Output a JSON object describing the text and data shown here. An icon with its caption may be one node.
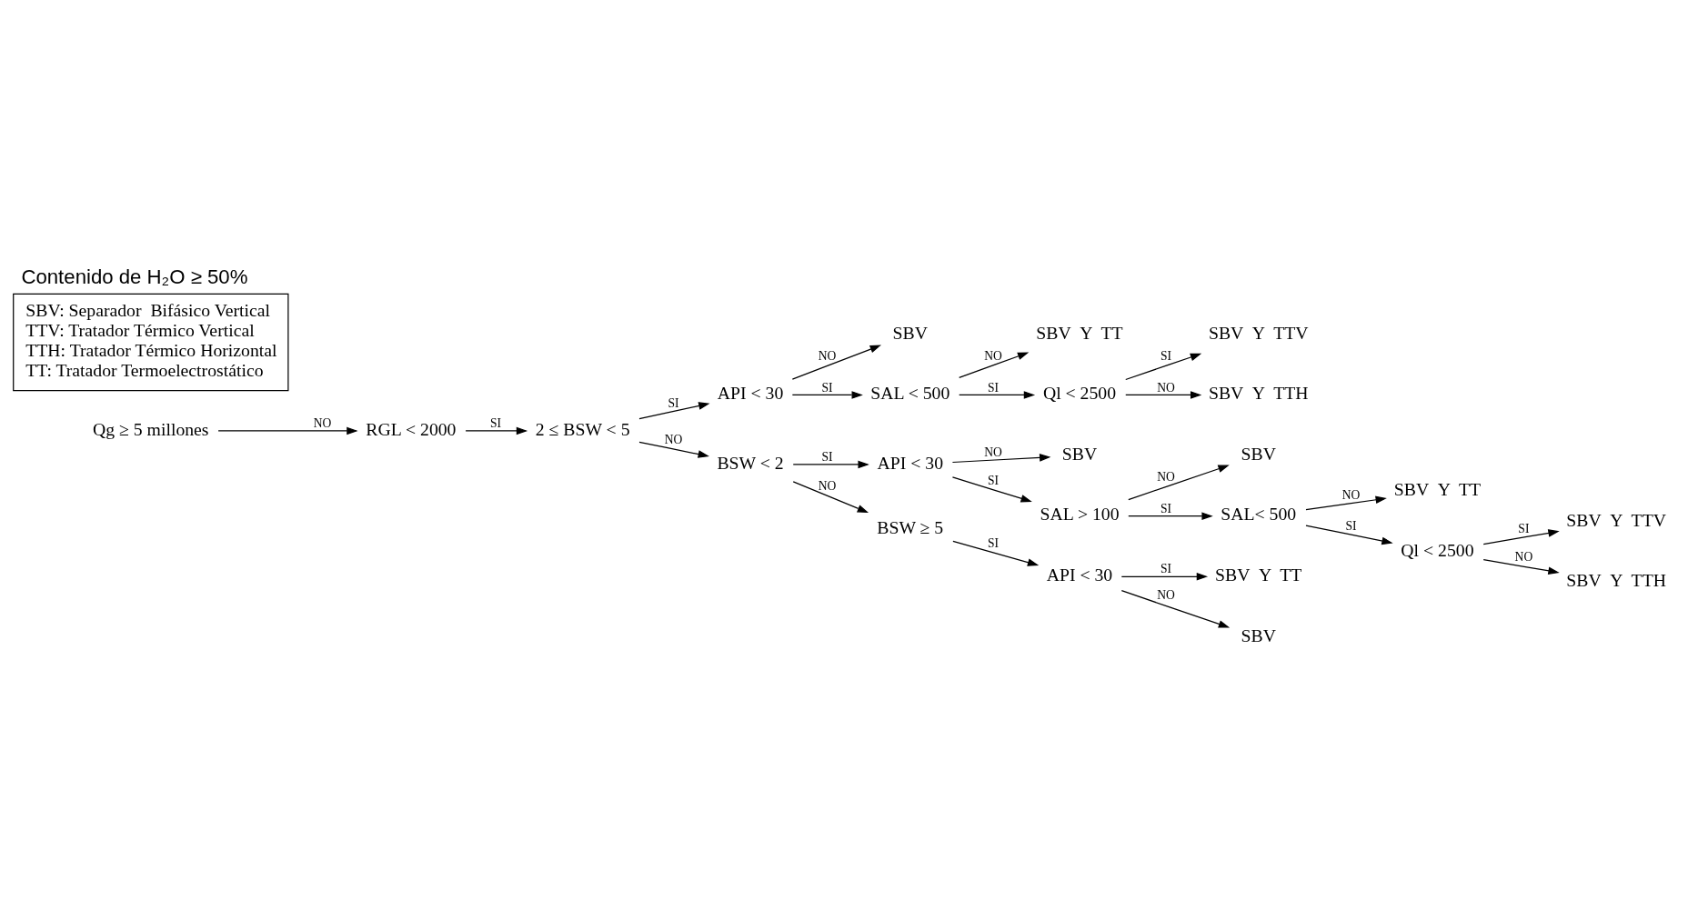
{
  "diagram": {
    "title": "Contenido de H₂O ≥ 50%",
    "nodes": [
      {
        "text": [
          "Qg ≥ 5 millones"
        ]
      },
      {
        "text": [
          "RGL < 2000"
        ]
      },
      {
        "text": [
          "2 ≤ BSW < 5"
        ]
      },
      {
        "text": [
          "API < 30"
        ]
      },
      {
        "text": [
          "SBV"
        ]
      },
      {
        "text": [
          "SAL < 500"
        ]
      },
      {
        "text": [
          "SBV  Y  TT"
        ]
      },
      {
        "text": [
          "Ql < 2500"
        ]
      },
      {
        "text": [
          "SBV  Y  TTV"
        ]
      },
      {
        "text": [
          "SBV  Y  TTH"
        ]
      },
      {
        "text": [
          "BSW < 2"
        ]
      },
      {
        "text": [
          "API < 30"
        ]
      },
      {
        "text": [
          "SBV"
        ]
      },
      {
        "text": [
          "SAL > 100"
        ]
      },
      {
        "text": [
          "SBV"
        ]
      },
      {
        "text": [
          "SAL< 500"
        ]
      },
      {
        "text": [
          "SBV  Y  TT"
        ]
      },
      {
        "text": [
          "Ql < 2500"
        ]
      },
      {
        "text": [
          "SBV  Y  TTV"
        ]
      },
      {
        "text": [
          "SBV  Y  TTH"
        ]
      },
      {
        "text": [
          "BSW ≥ 5"
        ]
      },
      {
        "text": [
          "API < 30"
        ]
      },
      {
        "text": [
          "SBV  Y  TT"
        ]
      },
      {
        "text": [
          "SBV"
        ]
      },
      {
        "text": [
          "SBV: Separador  Bifásico Vertical",
          "TTV: Tratador Térmico Vertical",
          "TTH: Tratador Térmico Horizontal",
          "TT: Tratador Termoelectrostático"
        ]
      }
    ],
    "edges": [
      {
        "from": 0,
        "to": 1,
        "arrow": "to",
        "label": "NO"
      },
      {
        "from": 1,
        "to": 2,
        "arrow": "to",
        "label": "SI"
      },
      {
        "from": 2,
        "to": 3,
        "arrow": "to",
        "label": "SI"
      },
      {
        "from": 2,
        "to": 10,
        "arrow": "to",
        "label": "NO"
      },
      {
        "from": 3,
        "to": 5,
        "arrow": "to",
        "label": "SI"
      },
      {
        "from": 3,
        "to": 4,
        "arrow": "to",
        "label": "NO"
      },
      {
        "from": 5,
        "to": 7,
        "arrow": "to",
        "label": "SI"
      },
      {
        "from": 5,
        "to": 6,
        "arrow": "to",
        "label": "NO"
      },
      {
        "from": 7,
        "to": 8,
        "arrow": "to",
        "label": "SI"
      },
      {
        "from": 7,
        "to": 9,
        "arrow": "to",
        "label": "NO"
      },
      {
        "from": 10,
        "to": 11,
        "arrow": "to",
        "label": "SI"
      },
      {
        "from": 10,
        "to": 20,
        "arrow": "to",
        "label": "NO"
      },
      {
        "from": 11,
        "to": 13,
        "arrow": "to",
        "label": "SI"
      },
      {
        "from": 11,
        "to": 12,
        "arrow": "to",
        "label": "NO"
      },
      {
        "from": 13,
        "to": 15,
        "arrow": "to",
        "label": "SI"
      },
      {
        "from": 13,
        "to": 14,
        "arrow": "to",
        "label": "NO"
      },
      {
        "from": 15,
        "to": 17,
        "arrow": "to",
        "label": "SI"
      },
      {
        "from": 15,
        "to": 16,
        "arrow": "to",
        "label": "NO"
      },
      {
        "from": 17,
        "to": 18,
        "arrow": "to",
        "label": "SI"
      },
      {
        "from": 17,
        "to": 19,
        "arrow": "to",
        "label": "NO"
      },
      {
        "from": 20,
        "to": 21,
        "arrow": "to",
        "label": "SI"
      },
      {
        "from": 21,
        "to": 22,
        "arrow": "to",
        "label": "SI"
      },
      {
        "from": 21,
        "to": 23,
        "arrow": "to",
        "label": "NO"
      }
    ]
  }
}
